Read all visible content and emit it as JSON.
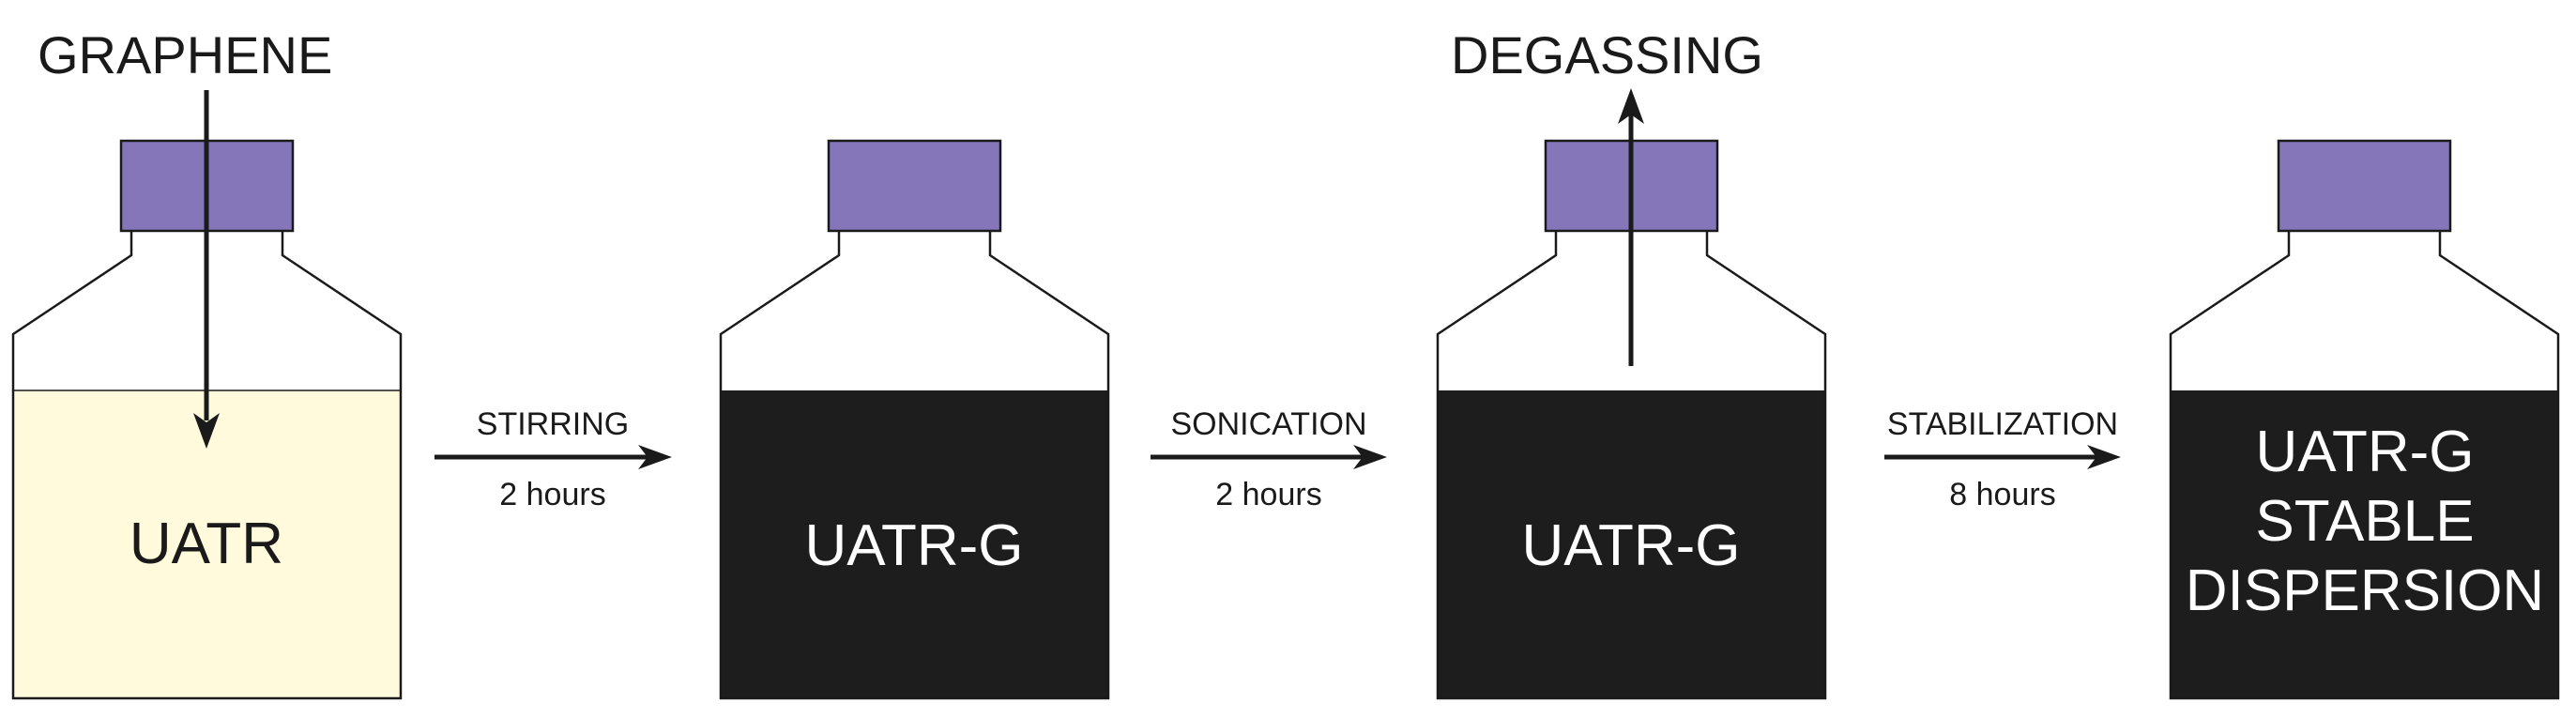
{
  "colors": {
    "cap": "#8576b9",
    "liquid_light": "#fffadc",
    "liquid_dark": "#1d1d1d",
    "ink": "#1a1a1a"
  },
  "top_labels": {
    "input": "GRAPHENE",
    "output": "DEGASSING"
  },
  "bottles": [
    {
      "lines": [
        "UATR"
      ],
      "liquid": "light"
    },
    {
      "lines": [
        "UATR-G"
      ],
      "liquid": "dark"
    },
    {
      "lines": [
        "UATR-G"
      ],
      "liquid": "dark"
    },
    {
      "lines": [
        "UATR-G",
        "STABLE",
        "DISPERSION"
      ],
      "liquid": "dark"
    }
  ],
  "steps": [
    {
      "process": "STIRRING",
      "duration": "2 hours"
    },
    {
      "process": "SONICATION",
      "duration": "2 hours"
    },
    {
      "process": "STABILIZATION",
      "duration": "8 hours"
    }
  ]
}
